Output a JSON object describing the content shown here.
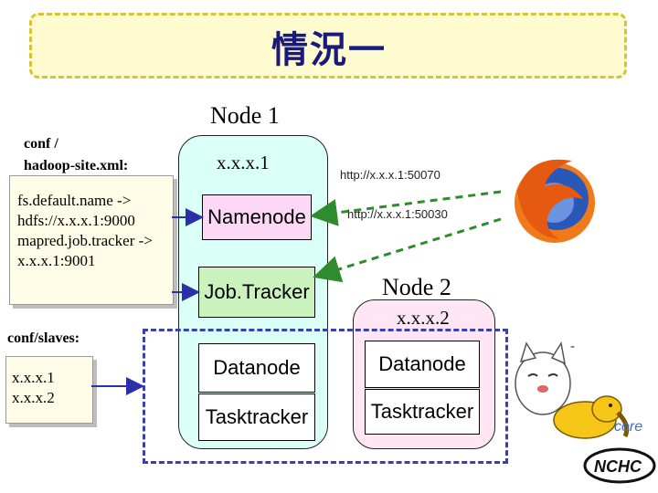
{
  "title": "情況一",
  "node1": {
    "label": "Node 1",
    "ip": "x.x.x.1"
  },
  "node2": {
    "label": "Node 2",
    "ip": "x.x.x.2"
  },
  "conf_site": {
    "path": "conf /",
    "file": "hadoop-site.xml:"
  },
  "note_site": {
    "lines": [
      "fs.default.name ->",
      "hdfs://x.x.x.1:9000",
      "mapred.job.tracker ->",
      "x.x.x.1:9001"
    ]
  },
  "conf_slaves": {
    "label": "conf/slaves:"
  },
  "note_slaves": {
    "lines": [
      "x.x.x.1",
      "x.x.x.2"
    ]
  },
  "services": {
    "namenode": "Namenode",
    "jobtracker": "Job.Tracker",
    "datanode1": "Datanode",
    "tasktracker1": "Tasktracker",
    "datanode2": "Datanode",
    "tasktracker2": "Tasktracker"
  },
  "urls": {
    "namenode_web": "http://x.x.x.1:50070",
    "jobtracker_web": "http://x.x.x.1:50030"
  },
  "colors": {
    "arrow_blue": "#2b2fa8",
    "arrow_green": "#2e8b2e",
    "cluster_border": "#3b3fb0"
  },
  "icons": [
    "firefox-logo-icon",
    "cartoon-cat-icon",
    "hadoop-elephant-logo-icon",
    "nchc-logo-icon"
  ],
  "logos": {
    "hadoop": "core",
    "nchc": "NCHC"
  }
}
